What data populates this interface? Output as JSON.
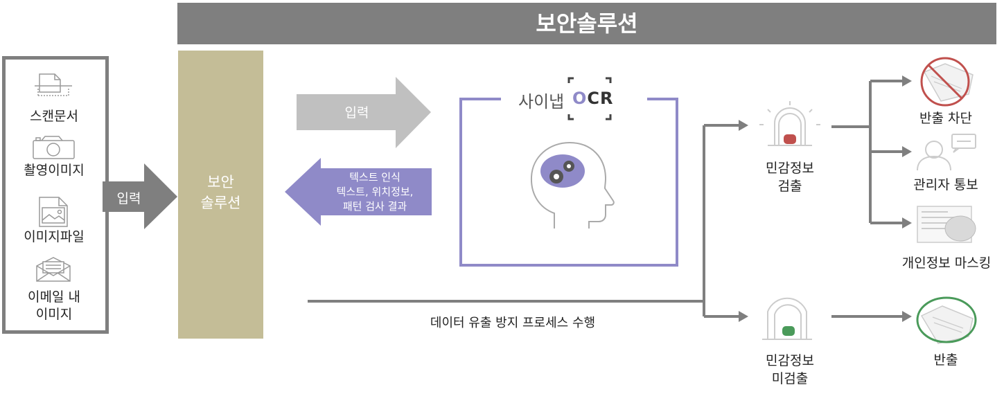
{
  "title": "보안솔루션",
  "sources": {
    "items": [
      {
        "label": "스캔문서",
        "icon": "scan-document-icon"
      },
      {
        "label": "촬영이미지",
        "icon": "camera-icon"
      },
      {
        "label": "이미지파일",
        "icon": "image-file-icon"
      },
      {
        "label": "이메일 내\n이미지",
        "icon": "email-icon"
      }
    ]
  },
  "input_arrow_left": "입력",
  "security_solution": "보안\n솔루션",
  "input_arrow_right": "입력",
  "return_arrow_text": "텍스트 인식\n텍스트, 위치정보,\n패턴 검사 결과",
  "ocr": {
    "brand_prefix": "사이냅",
    "brand_suffix": "CR"
  },
  "process_text": "데이터 유출 방지 프로세스 수행",
  "detected": {
    "label": "민감정보\n검출"
  },
  "not_detected": {
    "label": "민감정보\n미검출"
  },
  "outcomes": {
    "block": "반출 차단",
    "notify": "관리자 통보",
    "mask": "개인정보 마스킹",
    "allow": "반출"
  },
  "colors": {
    "gray": "#7f7f7f",
    "light_gray": "#c0c0c0",
    "tan": "#c4bd97",
    "purple": "#8f8ac8",
    "alert_red": "#c0504d",
    "ok_green": "#4a9a5a"
  }
}
